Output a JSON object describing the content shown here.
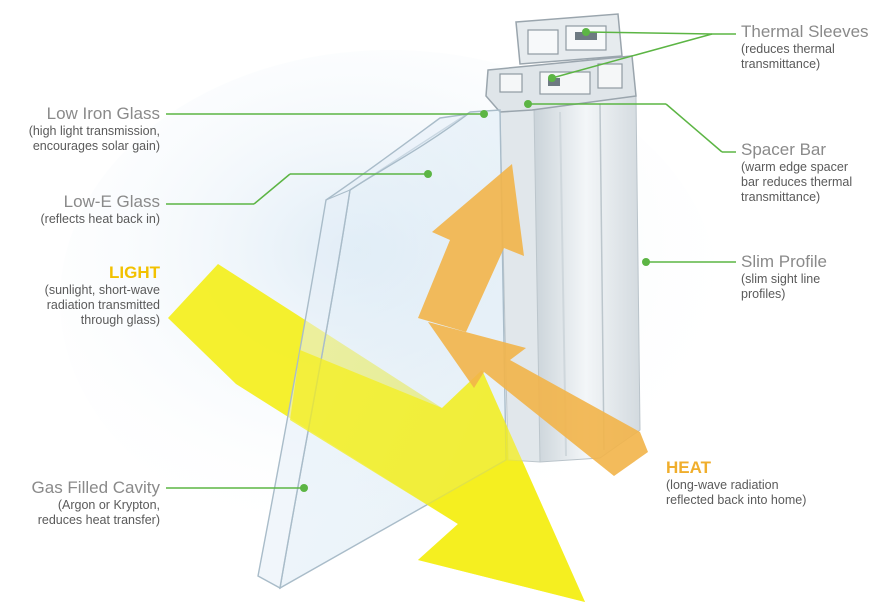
{
  "colors": {
    "leader_line": "#5cb544",
    "light_arrow": "#f4ef1c",
    "heat_arrow": "#f2b449",
    "light_title": "#f2c100",
    "heat_title": "#f0ae2c",
    "frame": "#e4e9ec",
    "glass": "#d9e8f3"
  },
  "labels": {
    "thermal_sleeves": {
      "title": "Thermal Sleeves",
      "desc1": "(reduces thermal",
      "desc2": "transmittance)"
    },
    "spacer_bar": {
      "title": "Spacer Bar",
      "desc1": "(warm edge spacer",
      "desc2": "bar reduces thermal",
      "desc3": "transmittance)"
    },
    "slim_profile": {
      "title": "Slim Profile",
      "desc1": "(slim sight line",
      "desc2": "profiles)"
    },
    "heat": {
      "title": "HEAT",
      "desc1": "(long-wave radiation",
      "desc2": "reflected back into home)"
    },
    "low_iron_glass": {
      "title": "Low Iron Glass",
      "desc1": "(high light transmission,",
      "desc2": "encourages solar gain)"
    },
    "low_e_glass": {
      "title": "Low-E Glass",
      "desc1": "(reflects heat back in)"
    },
    "light": {
      "title": "LIGHT",
      "desc1": "(sunlight, short-wave",
      "desc2": "radiation transmitted",
      "desc3": "through glass)"
    },
    "gas_filled_cavity": {
      "title": "Gas Filled Cavity",
      "desc1": "(Argon or Krypton,",
      "desc2": "reduces heat transfer)"
    }
  }
}
